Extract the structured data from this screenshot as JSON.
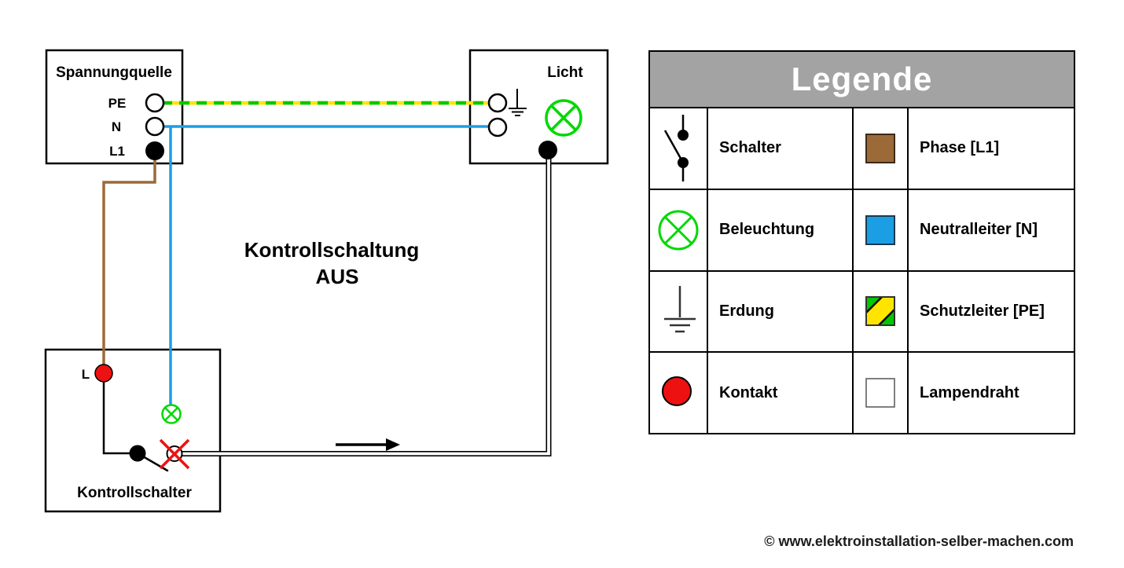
{
  "colors": {
    "phase_brown": "#9c6a38",
    "neutral_blue": "#1c9ee4",
    "pe_green": "#00c800",
    "pe_yellow": "#ffe400",
    "lamp_green": "#00d800",
    "contact_red": "#ee1111",
    "legend_header_gray": "#a3a3a3",
    "lamp_wire_white": "#ffffff"
  },
  "diagram": {
    "title_line1": "Kontrollschaltung",
    "title_line2": "AUS",
    "source_box": {
      "title": "Spannungquelle",
      "pe_label": "PE",
      "n_label": "N",
      "l1_label": "L1"
    },
    "light_box": {
      "title": "Licht"
    },
    "switch_box": {
      "title": "Kontrollschalter",
      "l_label": "L"
    }
  },
  "legend": {
    "header": "Legende",
    "rows": [
      {
        "icon": "switch-icon",
        "label": "Schalter",
        "swatch": "phase-brown-swatch",
        "swatch_label": "Phase [L1]"
      },
      {
        "icon": "lamp-icon",
        "label": "Beleuchtung",
        "swatch": "neutral-blue-swatch",
        "swatch_label": "Neutralleiter [N]"
      },
      {
        "icon": "earth-icon",
        "label": "Erdung",
        "swatch": "pe-striped-swatch",
        "swatch_label": "Schutzleiter [PE]"
      },
      {
        "icon": "contact-icon",
        "label": "Kontakt",
        "swatch": "lamp-wire-swatch",
        "swatch_label": "Lampendraht"
      }
    ]
  },
  "footer": {
    "copyright": "© www.elektroinstallation-selber-machen.com"
  }
}
